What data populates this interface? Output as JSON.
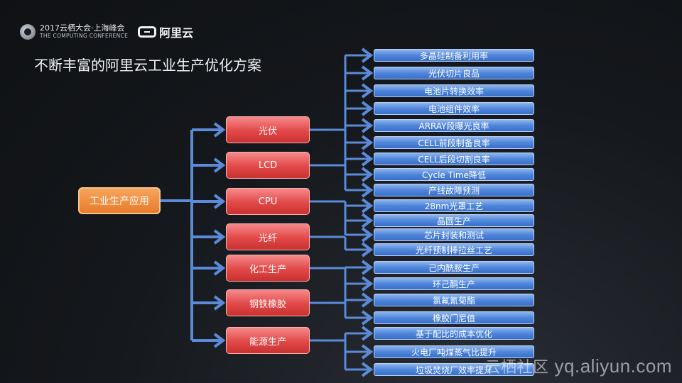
{
  "header": {
    "conference_line1": "2017云栖大会·上海峰会",
    "conference_line2": "THE COMPUTING CONFERENCE",
    "brand": "阿里云"
  },
  "title": "不断丰富的阿里云工业生产优化方案",
  "root": "工业生产应用",
  "categories": [
    {
      "label": "光伏",
      "leaves": [
        "多晶硅制备利用率",
        "光伏切片良品",
        "电池片转换效率",
        "电池组件效率",
        "ARRAY段曝光良率",
        "CELL前段制备良率",
        "CELL后段切割良率",
        "Cycle Time降低",
        "产线故障预测"
      ]
    },
    {
      "label": "LCD",
      "leaves": []
    },
    {
      "label": "CPU",
      "leaves": [
        "28nm光罩工艺",
        "晶圆生产",
        "芯片封装和测试"
      ]
    },
    {
      "label": "光纤",
      "leaves": [
        "光纤预制棒拉丝工艺"
      ]
    },
    {
      "label": "化工生产",
      "leaves": [
        "己内酰胺生产",
        "环己酮生产",
        "氯氟氰菊酯",
        "橡胶门尼值"
      ]
    },
    {
      "label": "钢铁橡胶",
      "leaves": []
    },
    {
      "label": "能源生产",
      "leaves": [
        "基于配比的成本优化",
        "火电厂吨煤蒸气比提升",
        "垃圾焚烧厂效率提升"
      ]
    }
  ],
  "colors": {
    "background": "#15181c",
    "arrow": "#5b8bd8",
    "root_fill": "#ee8f40",
    "mid_fill": "#e04545",
    "leaf_fill": "#4f86db"
  },
  "watermark": {
    "cn": "云栖社区",
    "url": "yq.aliyun.com"
  }
}
